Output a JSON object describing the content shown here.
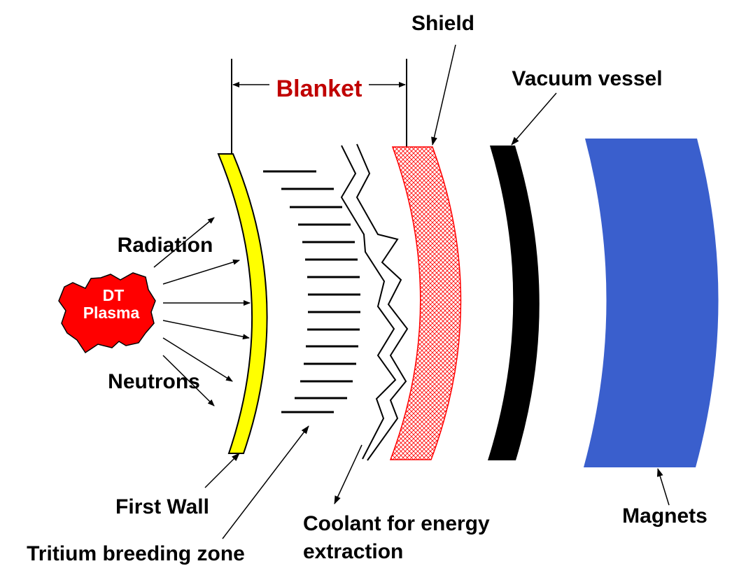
{
  "labels": {
    "shield": "Shield",
    "vacuum_vessel": "Vacuum vessel",
    "blanket": "Blanket",
    "plasma_line1": "DT",
    "plasma_line2": "Plasma",
    "radiation": "Radiation",
    "neutrons": "Neutrons",
    "first_wall": "First Wall",
    "tritium_breeding_zone": "Tritium breeding zone",
    "coolant_line1": "Coolant for energy",
    "coolant_line2": "extraction",
    "magnets": "Magnets"
  },
  "colors": {
    "first_wall": "#ffff00",
    "plasma": "#ff0000",
    "blanket_label": "#c00000",
    "shield_hatch": "#ff0000",
    "vacuum_vessel": "#000000",
    "magnets": "#3a5fcd"
  }
}
